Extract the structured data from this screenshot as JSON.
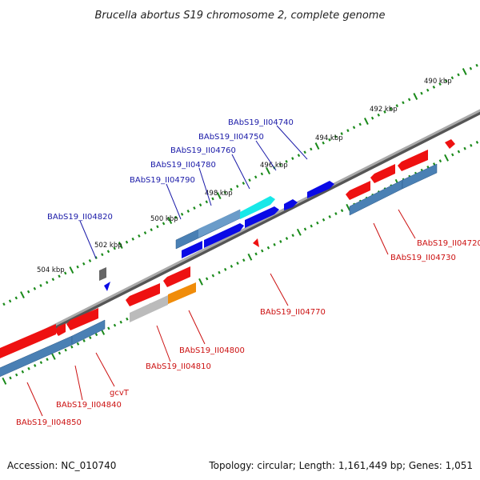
{
  "title": "Brucella abortus S19 chromosome 2, complete genome",
  "footer": {
    "accession": "Accession: NC_010740",
    "topology": "Topology: circular; Length: 1,161,449 bp; Genes: 1,051"
  },
  "scale_ticks": [
    {
      "label": "490 kbp"
    },
    {
      "label": "492 kbp"
    },
    {
      "label": "494 kbp"
    },
    {
      "label": "496 kbp"
    },
    {
      "label": "498 kbp"
    },
    {
      "label": "500 kbp"
    },
    {
      "label": "502 kbp"
    },
    {
      "label": "504 kbp"
    }
  ],
  "gene_labels_forward": [
    {
      "text": "BAbS19_II04740"
    },
    {
      "text": "BAbS19_II04750"
    },
    {
      "text": "BAbS19_II04760"
    },
    {
      "text": "BAbS19_II04780"
    },
    {
      "text": "BAbS19_II04790"
    },
    {
      "text": "BAbS19_II04820"
    }
  ],
  "gene_labels_reverse": [
    {
      "text": "BAbS19_II04720"
    },
    {
      "text": "BAbS19_II04730"
    },
    {
      "text": "BAbS19_II04770"
    },
    {
      "text": "BAbS19_II04800"
    },
    {
      "text": "BAbS19_II04810"
    },
    {
      "text": "gcvT"
    },
    {
      "text": "BAbS19_II04840"
    },
    {
      "text": "BAbS19_II04850"
    }
  ],
  "colors": {
    "forward_cds": "#0a0ae6",
    "reverse_cds": "#ee1111",
    "gene_bar": "#4a80b4",
    "tick": "#1a8a1a",
    "axis": "#888888",
    "forward_label": "#1a1aa8",
    "reverse_label": "#cc1111"
  }
}
